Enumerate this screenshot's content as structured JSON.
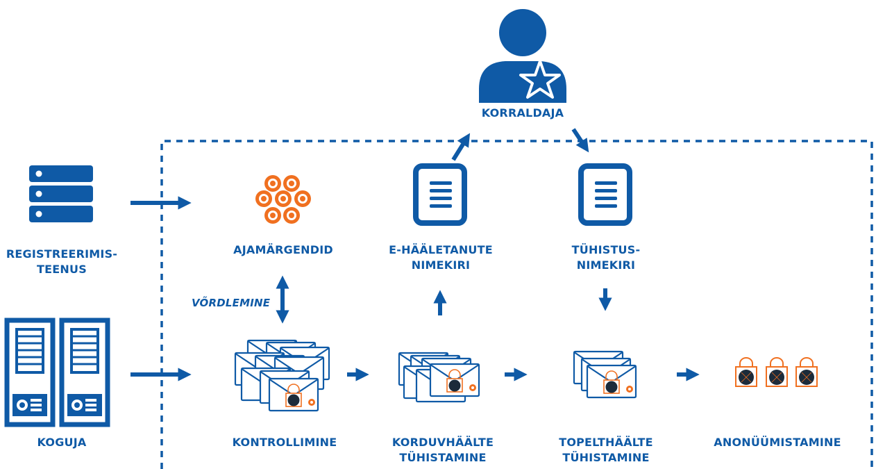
{
  "colors": {
    "primary": "#0f5aa6",
    "accent": "#f07020",
    "dark": "#1c2b3a",
    "paper": "#ffffff"
  },
  "labels": {
    "korraldaja": "KORRALDAJA",
    "registreerimisteenus": [
      "REGISTREERIMIS-",
      "TEENUS"
    ],
    "koguja": "KOGUJA",
    "ajamargendid": "AJAMÄRGENDID",
    "e_haaletanute": [
      "E-HÄÄLETANUTE",
      "NIMEKIRI"
    ],
    "tuhistus": [
      "TÜHISTUS-",
      "NIMEKIRI"
    ],
    "vordlemine": "VÕRDLEMINE",
    "kontrollimine": "KONTROLLIMINE",
    "korduvhaalte": [
      "KORDUVHÄÄLTE",
      "TÜHISTAMINE"
    ],
    "topelthaalte": [
      "TOPELTHÄÄLTE",
      "TÜHISTAMINE"
    ],
    "anonuumistamine": "ANONÜÜMISTAMINE"
  },
  "icons": [
    "user-star-icon",
    "server-stack-icon",
    "server-towers-icon",
    "timestamp-cluster-icon",
    "document-list-icon",
    "envelope-stack-icon",
    "padlock-icon"
  ]
}
